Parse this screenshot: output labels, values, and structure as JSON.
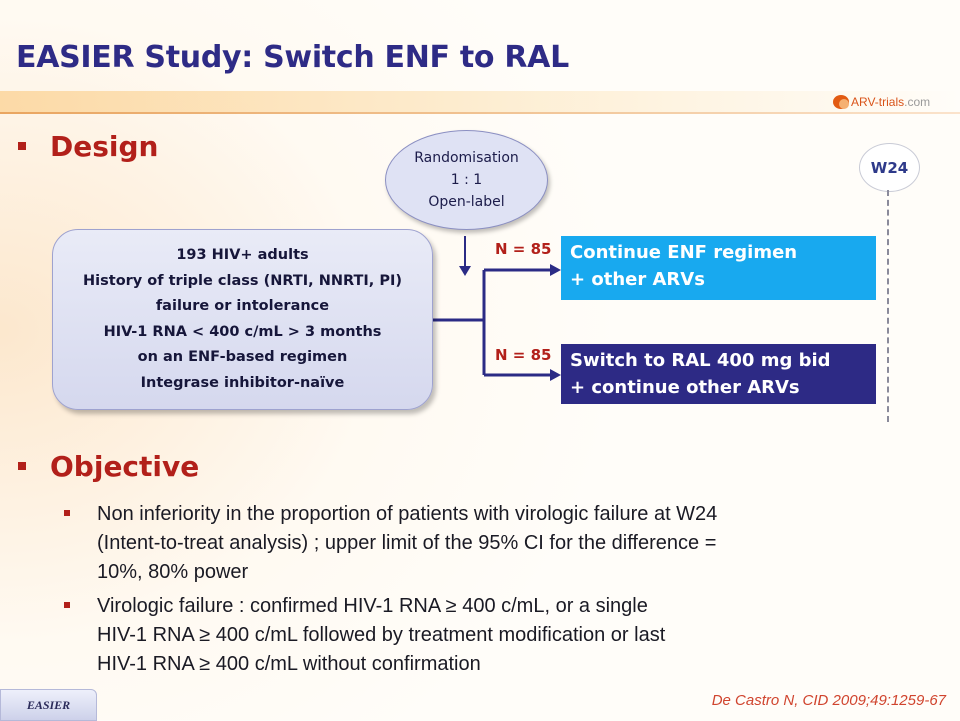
{
  "slide": {
    "title": "EASIER Study: Switch ENF to RAL",
    "logo": {
      "main": "ARV-trials",
      "suffix": ".com"
    },
    "footer_badge": "EASIER",
    "citation": "De Castro N, CID 2009;49:1259-67"
  },
  "design": {
    "heading": "Design",
    "randomisation": [
      "Randomisation",
      "1 : 1",
      "Open-label"
    ],
    "population": [
      "193 HIV+ adults",
      "History of triple class (NRTI, NNRTI, PI)",
      "failure or intolerance",
      "HIV-1 RNA < 400 c/mL > 3 months",
      "on an ENF-based regimen",
      "Integrase inhibitor-naïve"
    ],
    "timepoint": "W24",
    "arms": [
      {
        "n_label": "N = 85",
        "lines": [
          "Continue ENF regimen",
          "+ other ARVs"
        ],
        "color": "#18a9ef"
      },
      {
        "n_label": "N = 85",
        "lines": [
          "Switch to RAL 400 mg bid",
          "+ continue other ARVs"
        ],
        "color": "#2d2a85"
      }
    ]
  },
  "objective": {
    "heading": "Objective",
    "bullets": [
      [
        "Non inferiority in the proportion of patients with virologic failure at W24",
        "(Intent-to-treat analysis) ; upper limit of the 95% CI for the difference =",
        "10%, 80% power"
      ],
      [
        "Virologic failure : confirmed HIV-1 RNA ≥ 400 c/mL, or a single",
        "HIV-1 RNA ≥ 400 c/mL followed by treatment modification or last",
        "HIV-1 RNA ≥ 400 c/mL without confirmation"
      ]
    ]
  },
  "colors": {
    "title": "#2e2b86",
    "accent_red": "#b2201a",
    "arm_light": "#18a9ef",
    "arm_dark": "#2d2a85"
  }
}
